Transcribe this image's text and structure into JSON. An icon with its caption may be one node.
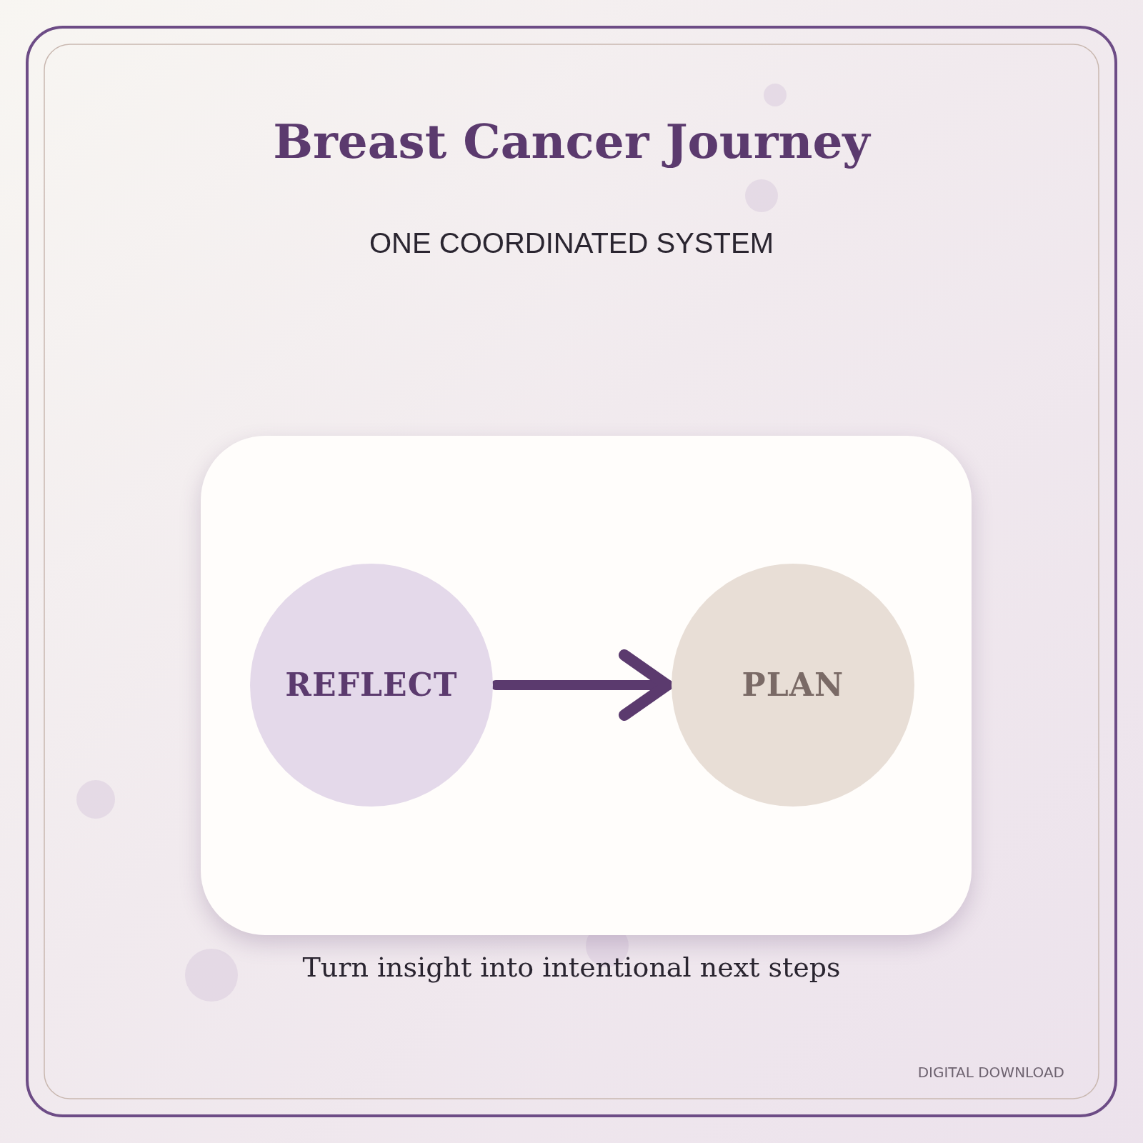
{
  "diagram": {
    "title": "Breast Cancer Journey",
    "caption": "Turn insight into intentional next steps",
    "nodes": [
      {
        "text": [],
        "shape": "box"
      },
      {
        "text": [
          "REFLECT"
        ],
        "in": 0
      },
      {
        "text": [
          "PLAN"
        ],
        "in": 0
      }
    ],
    "edges": [
      {
        "from": 1,
        "to": 2,
        "arrow": "to"
      }
    ],
    "labels": [
      "ONE COORDINATED SYSTEM",
      "DIGITAL DOWNLOAD"
    ]
  }
}
